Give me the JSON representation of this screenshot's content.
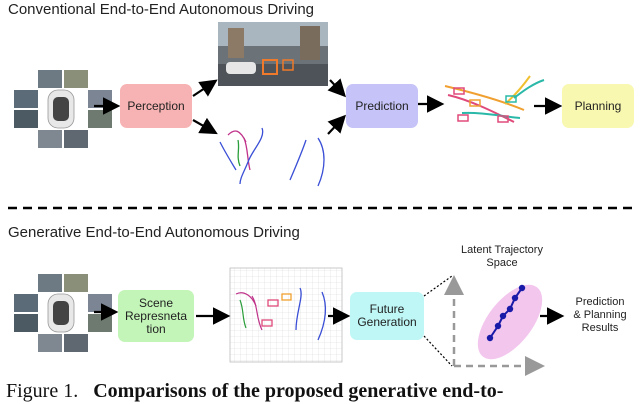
{
  "sections": {
    "conventional_title": "Conventional End-to-End Autonomous Driving",
    "generative_title": "Generative End-to-End Autonomous Driving"
  },
  "conventional_pipeline": {
    "perception": "Perception",
    "prediction": "Prediction",
    "planning": "Planning"
  },
  "generative_pipeline": {
    "scene_line1": "Scene",
    "scene_line2": "Represneta",
    "scene_line3": "tion",
    "future_line1": "Future",
    "future_line2": "Generation",
    "latent_line1": "Latent Trajectory",
    "latent_line2": "Space",
    "result_line1": "Prediction",
    "result_line2": "& Planning",
    "result_line3": "Results"
  },
  "colors": {
    "perception": "#f7b3b3",
    "prediction": "#c5c3f7",
    "planning": "#f8f8b0",
    "scene": "#c3f5b8",
    "future": "#bff7f7",
    "latent_ellipse": "#f3c6ee",
    "trajectory": "#1a1aa8",
    "map_lines": "#3a4fd6"
  },
  "caption": {
    "prefix": "Figure 1.",
    "bold": "Comparisons of the proposed generative end-to-"
  }
}
